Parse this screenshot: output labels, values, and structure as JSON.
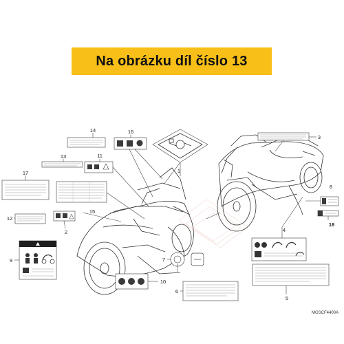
{
  "banner": {
    "title": "Na obrázku díl číslo 13",
    "background": "#f7bf17"
  },
  "diagram": {
    "callouts": [
      "1",
      "2",
      "3",
      "4",
      "5",
      "6",
      "7",
      "8",
      "9",
      "10",
      "11",
      "12",
      "13",
      "14",
      "15",
      "16",
      "17",
      "18"
    ],
    "code": "MGSCF4400A"
  }
}
